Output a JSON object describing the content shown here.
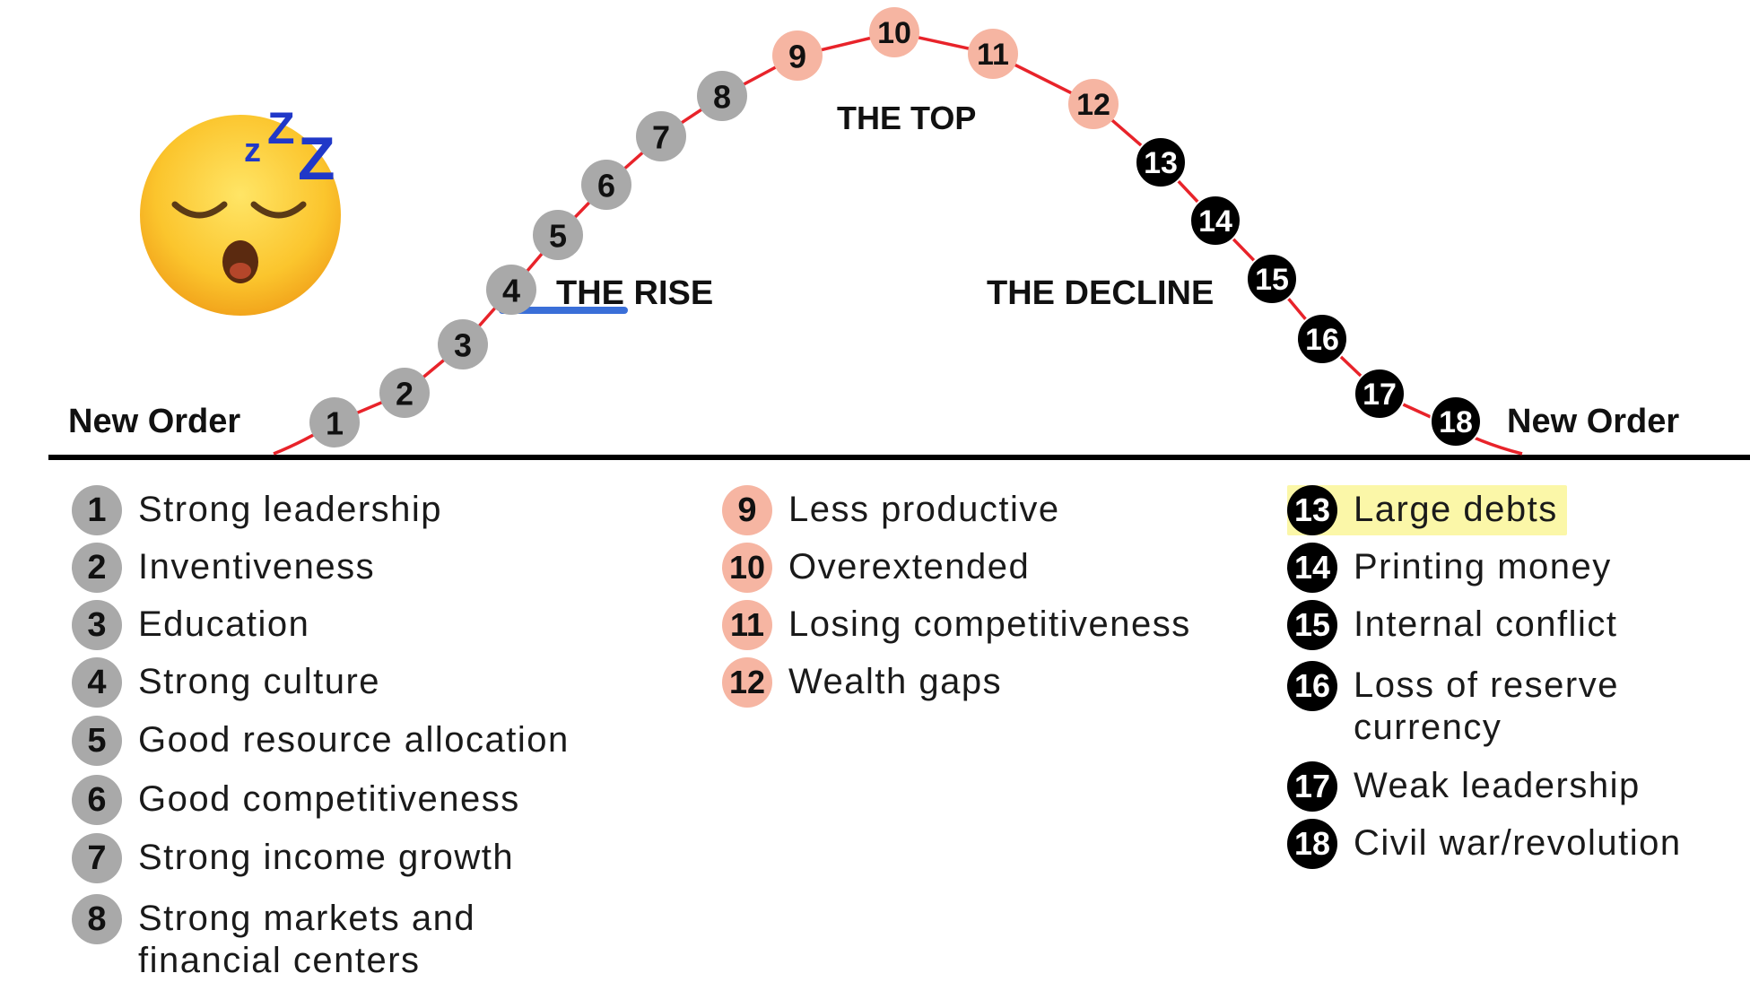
{
  "labels": {
    "left_order": "New Order",
    "right_order": "New Order",
    "rise": "THE RISE",
    "top": "THE TOP",
    "decline": "THE DECLINE"
  },
  "stages": [
    {
      "n": "1",
      "text": "Strong leadership",
      "group": "rise"
    },
    {
      "n": "2",
      "text": "Inventiveness",
      "group": "rise"
    },
    {
      "n": "3",
      "text": "Education",
      "group": "rise"
    },
    {
      "n": "4",
      "text": "Strong culture",
      "group": "rise"
    },
    {
      "n": "5",
      "text": "Good resource allocation",
      "group": "rise"
    },
    {
      "n": "6",
      "text": "Good competitiveness",
      "group": "rise"
    },
    {
      "n": "7",
      "text": "Strong income growth",
      "group": "rise"
    },
    {
      "n": "8",
      "text": "Strong markets and financial centers",
      "group": "rise"
    },
    {
      "n": "9",
      "text": "Less productive",
      "group": "top"
    },
    {
      "n": "10",
      "text": "Overextended",
      "group": "top"
    },
    {
      "n": "11",
      "text": "Losing competitiveness",
      "group": "top"
    },
    {
      "n": "12",
      "text": "Wealth gaps",
      "group": "top"
    },
    {
      "n": "13",
      "text": "Large debts",
      "group": "decline",
      "highlighted": true
    },
    {
      "n": "14",
      "text": "Printing money",
      "group": "decline"
    },
    {
      "n": "15",
      "text": "Internal conflict",
      "group": "decline"
    },
    {
      "n": "16",
      "text": "Loss of reserve currency",
      "group": "decline"
    },
    {
      "n": "17",
      "text": "Weak leadership",
      "group": "decline"
    },
    {
      "n": "18",
      "text": "Civil war/revolution",
      "group": "decline"
    }
  ],
  "colors": {
    "rise": "#a9a9a9",
    "top": "#f6b5a2",
    "decline": "#000000",
    "curve": "#e8232a",
    "baseline": "#000000",
    "highlight": "#fbf7a8",
    "underline": "#3a6fd8"
  },
  "icons": {
    "sleep_emoji": "sleeping-face-icon"
  }
}
